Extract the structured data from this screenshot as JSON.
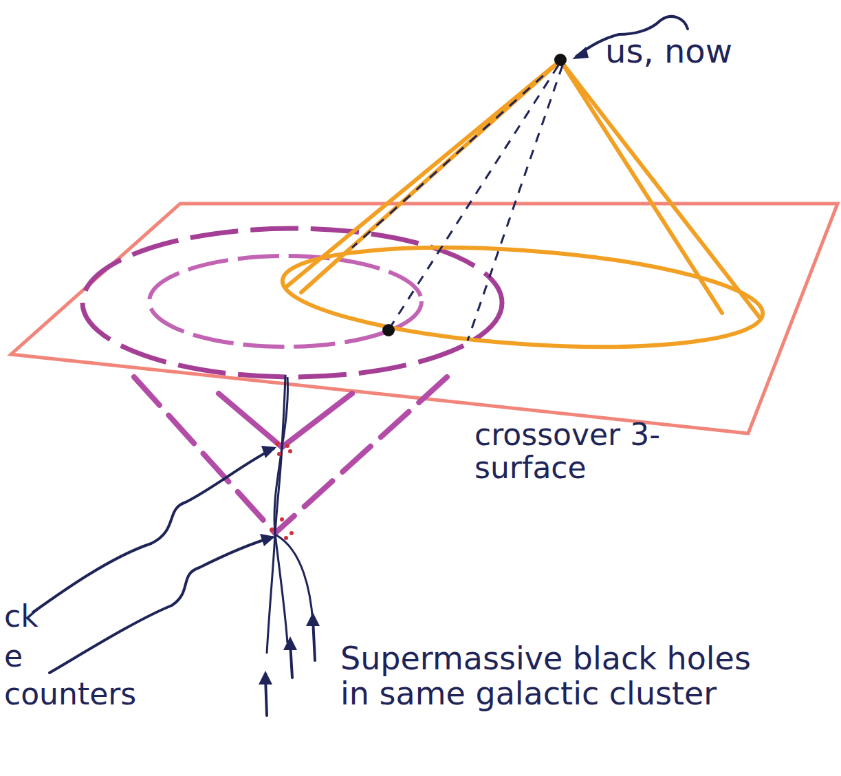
{
  "diagram": {
    "labels": [
      "us, now",
      "crossover 3-surface",
      "ck",
      "e",
      "counters",
      "Supermassive black holes in same galactic cluster"
    ]
  }
}
